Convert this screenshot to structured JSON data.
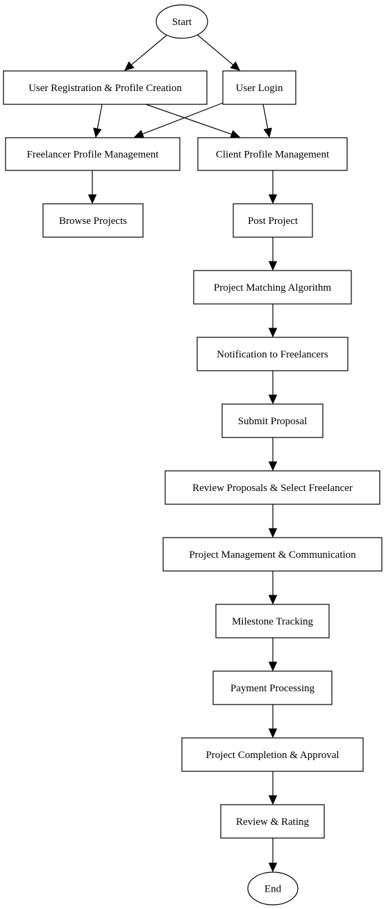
{
  "diagram": {
    "nodes": {
      "start": {
        "label": "Start"
      },
      "register": {
        "label": "User Registration & Profile Creation"
      },
      "login": {
        "label": "User Login"
      },
      "freelancer": {
        "label": "Freelancer Profile Management"
      },
      "client": {
        "label": "Client Profile Management"
      },
      "browse": {
        "label": "Browse Projects"
      },
      "post": {
        "label": "Post Project"
      },
      "matching": {
        "label": "Project Matching Algorithm"
      },
      "notify": {
        "label": "Notification to Freelancers"
      },
      "proposal": {
        "label": "Submit Proposal"
      },
      "review_sel": {
        "label": "Review Proposals & Select Freelancer"
      },
      "pm": {
        "label": "Project Management & Communication"
      },
      "milestone": {
        "label": "Milestone Tracking"
      },
      "payment": {
        "label": "Payment Processing"
      },
      "completion": {
        "label": "Project Completion & Approval"
      },
      "rating": {
        "label": "Review & Rating"
      },
      "end": {
        "label": "End"
      }
    },
    "edges": [
      [
        "start",
        "register"
      ],
      [
        "start",
        "login"
      ],
      [
        "register",
        "freelancer"
      ],
      [
        "register",
        "client"
      ],
      [
        "login",
        "freelancer"
      ],
      [
        "login",
        "client"
      ],
      [
        "freelancer",
        "browse"
      ],
      [
        "client",
        "post"
      ],
      [
        "post",
        "matching"
      ],
      [
        "matching",
        "notify"
      ],
      [
        "notify",
        "proposal"
      ],
      [
        "proposal",
        "review_sel"
      ],
      [
        "review_sel",
        "pm"
      ],
      [
        "pm",
        "milestone"
      ],
      [
        "milestone",
        "payment"
      ],
      [
        "payment",
        "completion"
      ],
      [
        "completion",
        "rating"
      ],
      [
        "rating",
        "end"
      ]
    ]
  }
}
